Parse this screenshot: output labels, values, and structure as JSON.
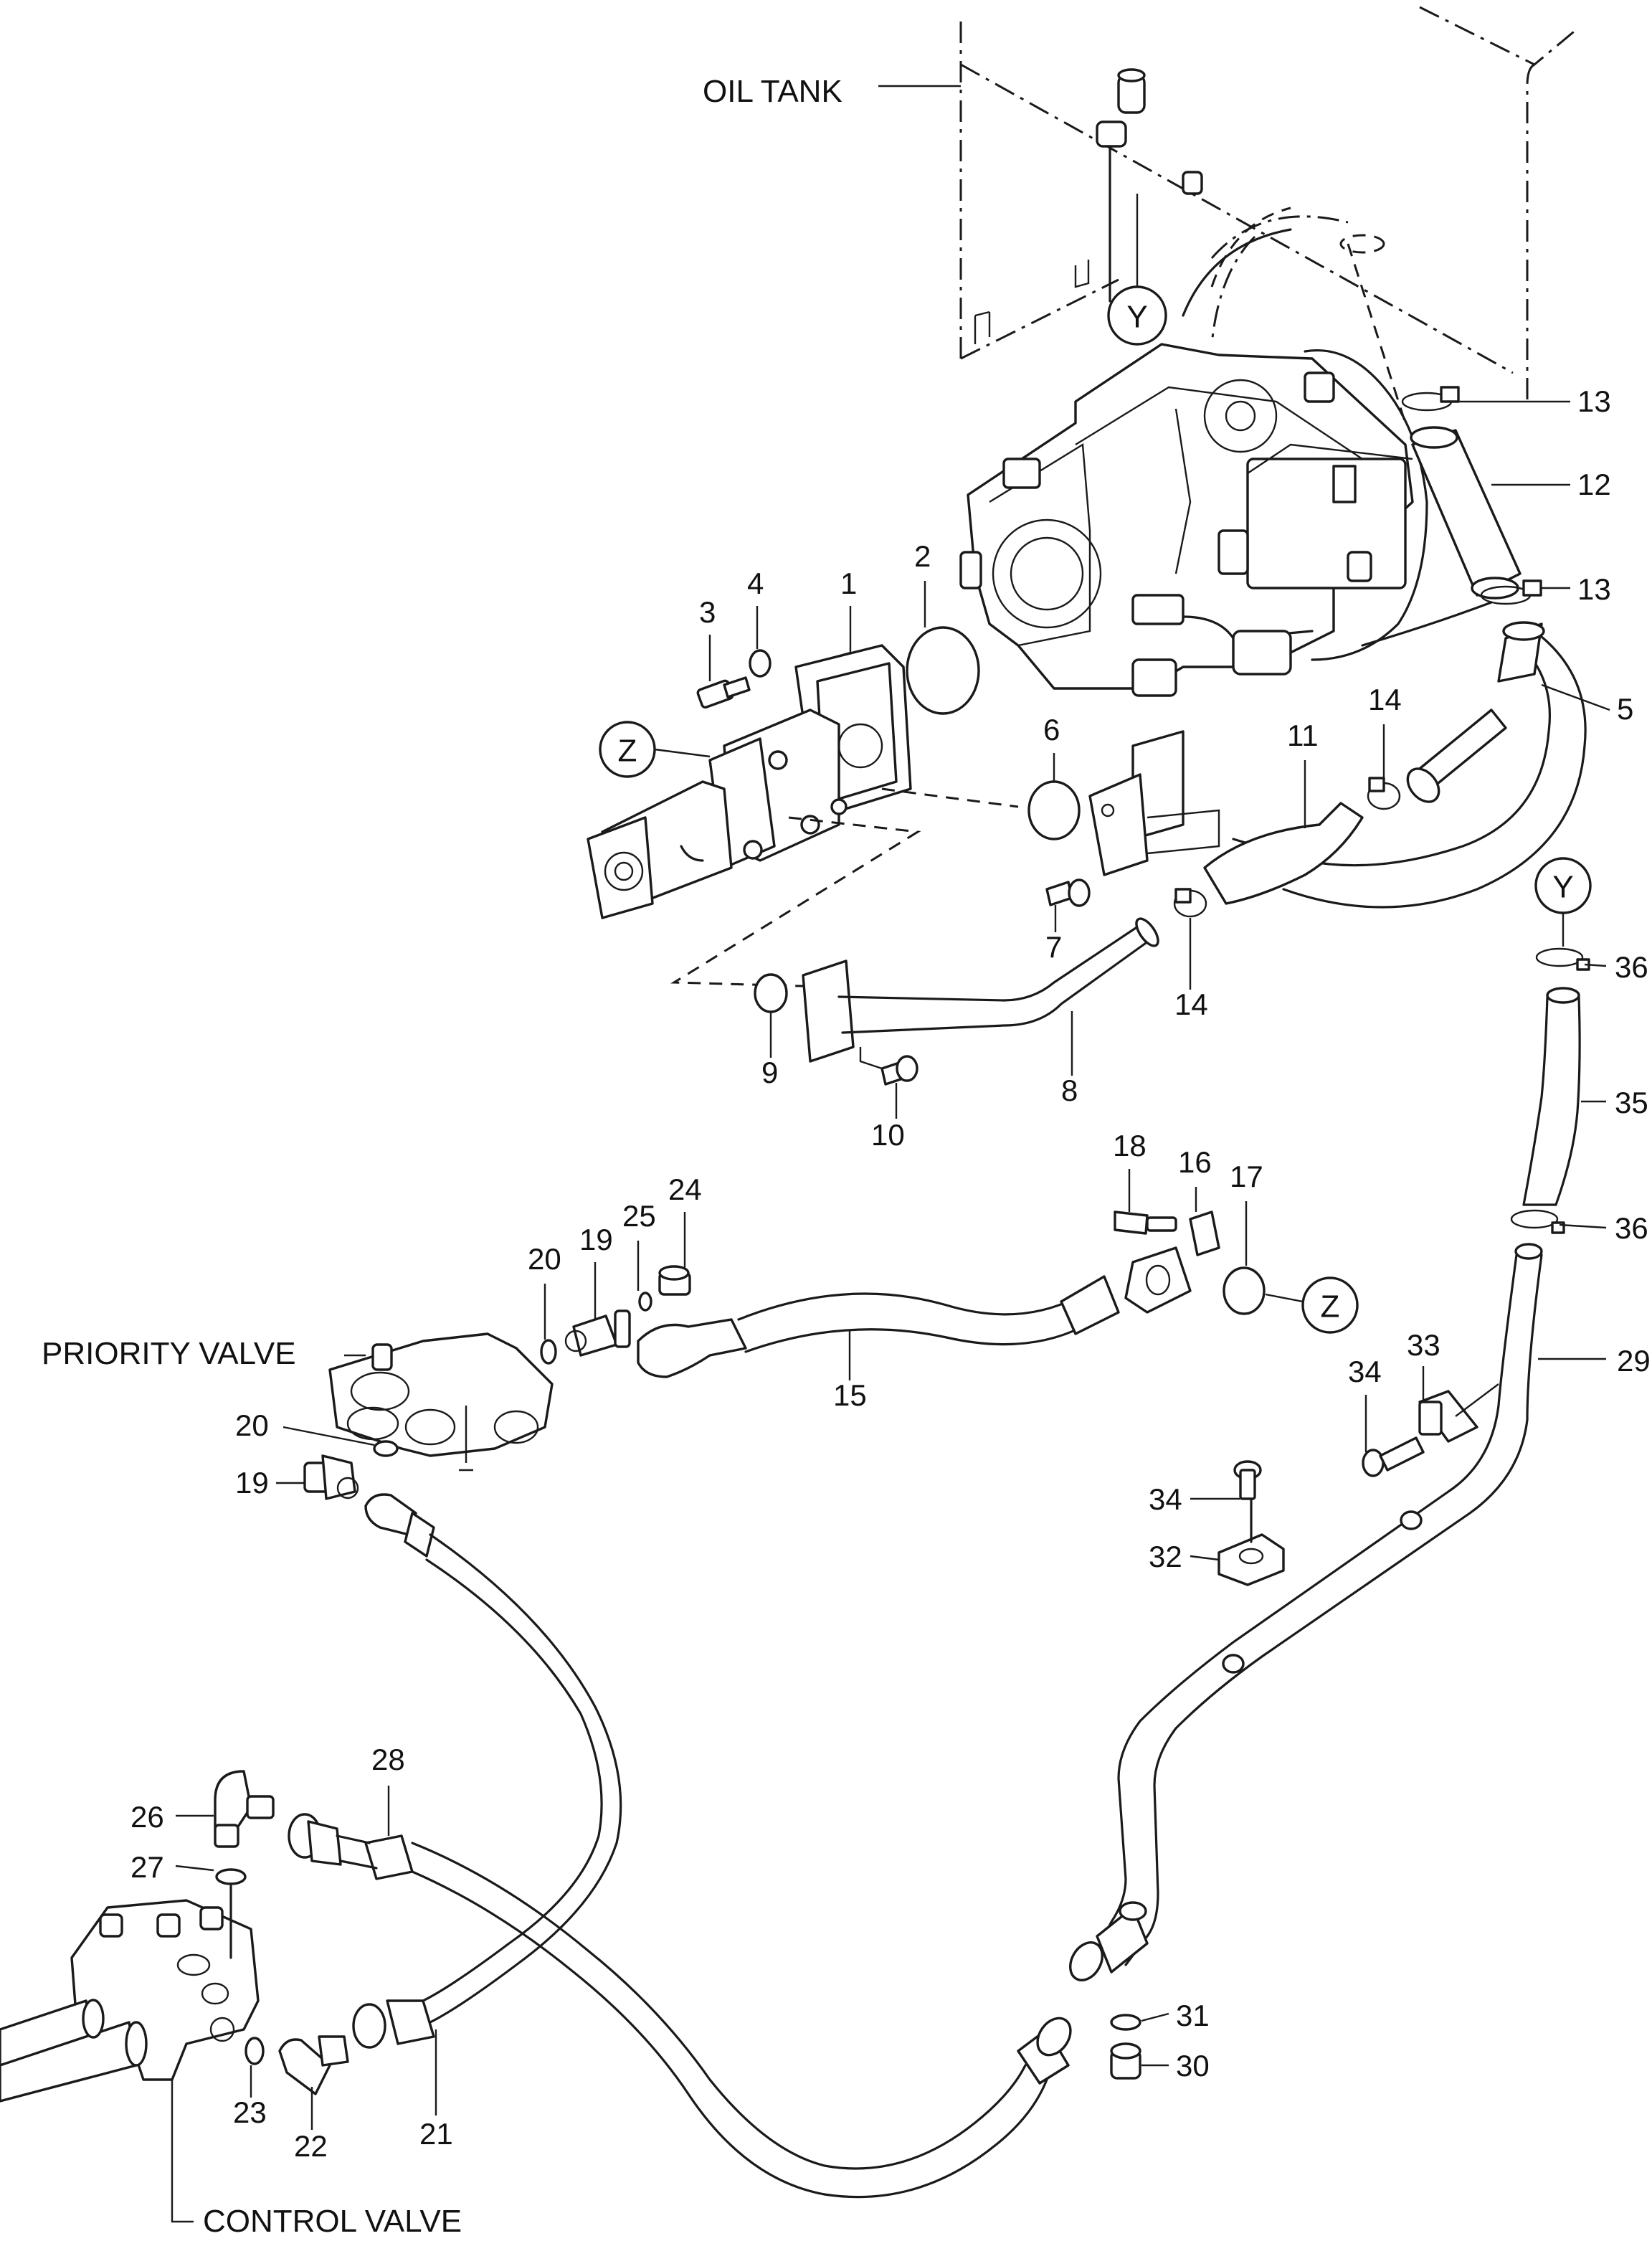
{
  "captions": {
    "oil_tank": "OIL TANK",
    "priority_valve": "PRIORITY VALVE",
    "control_valve": "CONTROL VALVE"
  },
  "ref_markers": {
    "y_top": "Y",
    "y_right": "Y",
    "z_left": "Z",
    "z_right": "Z"
  },
  "part_numbers": {
    "p1": "1",
    "p2": "2",
    "p3": "3",
    "p4": "4",
    "p5": "5",
    "p6": "6",
    "p7": "7",
    "p8": "8",
    "p9": "9",
    "p10": "10",
    "p11": "11",
    "p12": "12",
    "p13a": "13",
    "p13b": "13",
    "p14a": "14",
    "p14b": "14",
    "p15": "15",
    "p16": "16",
    "p17": "17",
    "p18": "18",
    "p19a": "19",
    "p19b": "19",
    "p20a": "20",
    "p20b": "20",
    "p21": "21",
    "p22": "22",
    "p23": "23",
    "p24": "24",
    "p25": "25",
    "p26": "26",
    "p27": "27",
    "p28": "28",
    "p29": "29",
    "p30": "30",
    "p31": "31",
    "p32": "32",
    "p33": "33",
    "p34a": "34",
    "p34b": "34",
    "p35": "35",
    "p36a": "36",
    "p36b": "36"
  }
}
